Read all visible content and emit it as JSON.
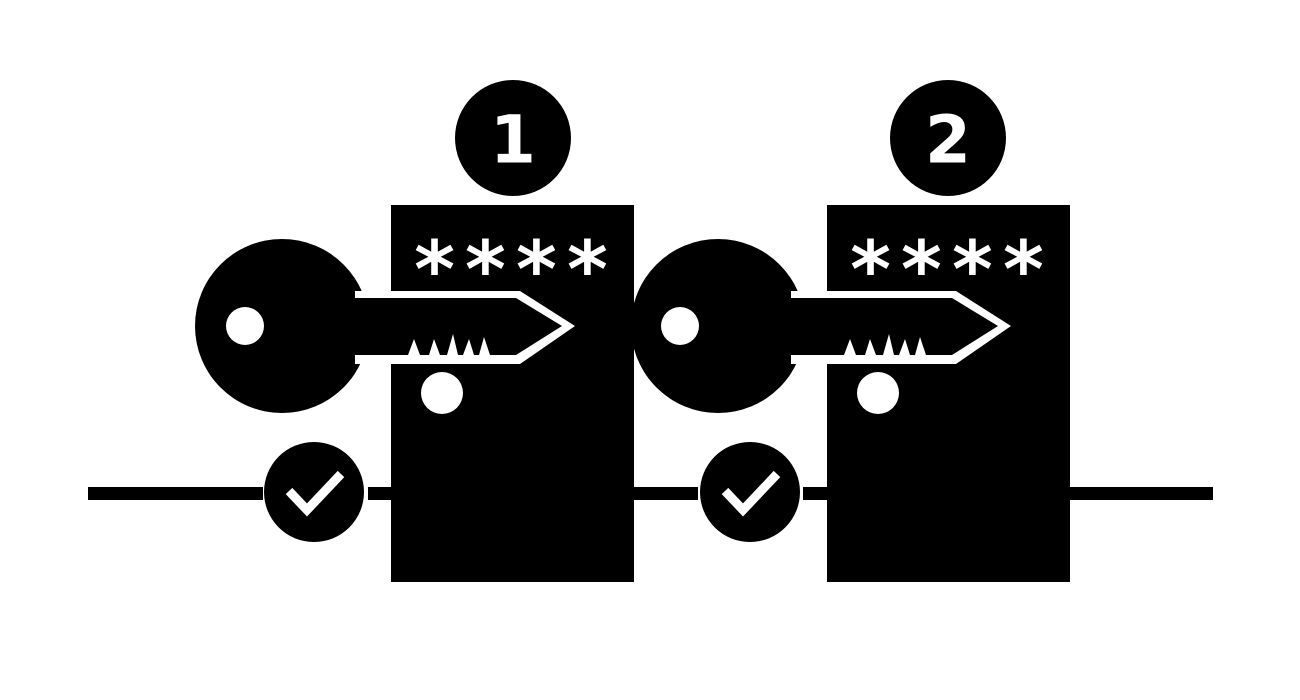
{
  "steps": [
    {
      "number": "1",
      "password_mask": "****",
      "status": "verified"
    },
    {
      "number": "2",
      "password_mask": "****",
      "status": "verified"
    }
  ],
  "colors": {
    "foreground": "#000000",
    "background": "#ffffff"
  },
  "icons": [
    "key-icon",
    "door-icon",
    "checkmark-icon",
    "password-mask"
  ]
}
